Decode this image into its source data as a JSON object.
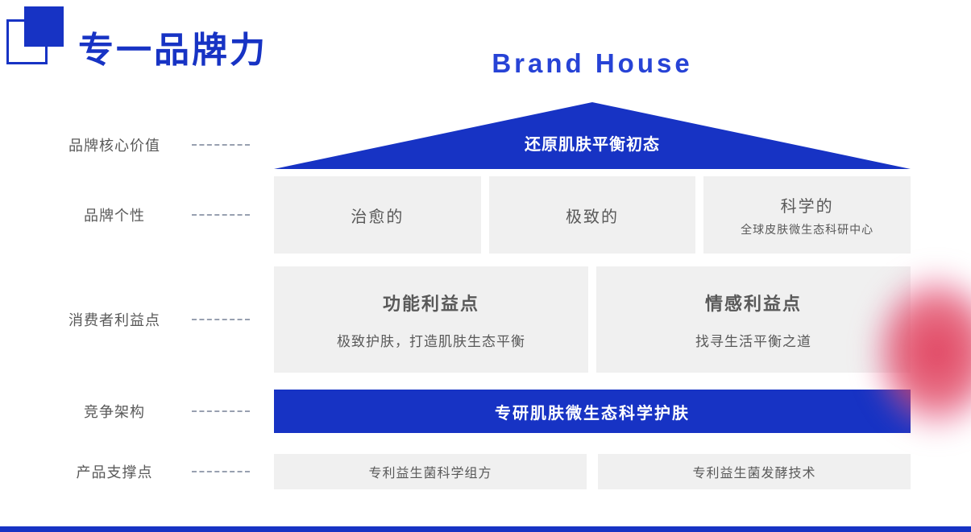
{
  "slide": {
    "title": "专一品牌力",
    "subtitle": "Brand House"
  },
  "rail": {
    "labels": [
      "品牌核心价值",
      "品牌个性",
      "消费者利益点",
      "竞争架构",
      "产品支撑点"
    ]
  },
  "house": {
    "roof_text": "还原肌肤平衡初态",
    "personality_boxes": [
      {
        "title": "治愈的"
      },
      {
        "title": "极致的"
      },
      {
        "title": "科学的",
        "subtitle": "全球皮肤微生态科研中心"
      }
    ],
    "benefit_boxes": [
      {
        "title": "功能利益点",
        "subtitle": "极致护肤，打造肌肤生态平衡"
      },
      {
        "title": "情感利益点",
        "subtitle": "找寻生活平衡之道"
      }
    ],
    "competition_bar": "专研肌肤微生态科学护肤",
    "support_boxes": [
      {
        "text": "专利益生菌科学组方"
      },
      {
        "text": "专利益生菌发酵技术"
      }
    ]
  },
  "colors": {
    "primary_blue": "#1733c4",
    "box_gray": "#f0f0f0",
    "text_gray": "#595959",
    "accent_pink": "#e0425f"
  }
}
